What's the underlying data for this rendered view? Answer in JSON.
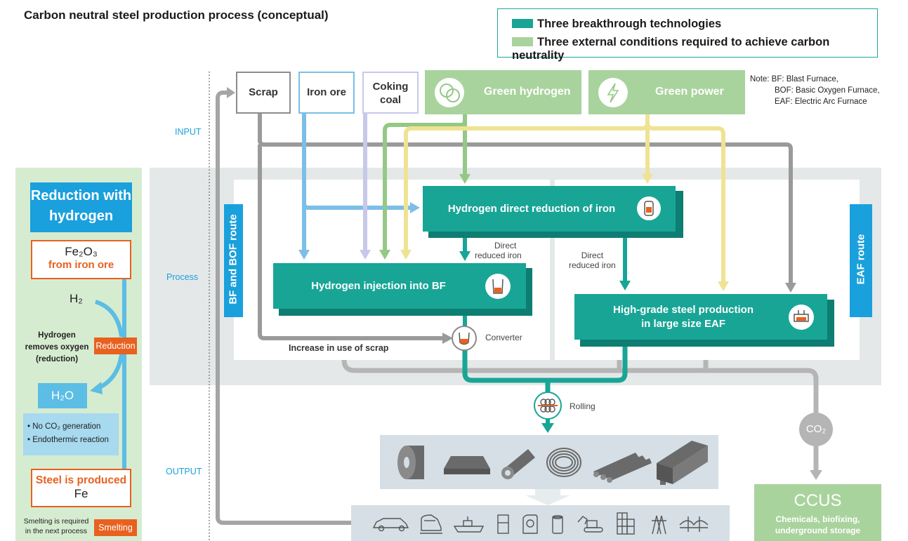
{
  "title": "Carbon neutral steel production process (conceptual)",
  "legend": {
    "teal_label": "Three breakthrough technologies",
    "green_label": "Three external conditions required to achieve carbon neutrality",
    "teal_color": "#18a596",
    "green_color": "#a9d39d"
  },
  "note": {
    "line1": "Note:  BF: Blast Furnace,",
    "line2": "BOF: Basic Oxygen Furnace,",
    "line3": "EAF: Electric Arc Furnace"
  },
  "side_labels": {
    "input": "INPUT",
    "process": "Process",
    "output": "OUTPUT"
  },
  "inputs": {
    "scrap": "Scrap",
    "iron_ore": "Iron ore",
    "coking_coal_1": "Coking",
    "coking_coal_2": "coal",
    "green_hydrogen": "Green hydrogen",
    "green_power": "Green power"
  },
  "routes": {
    "bf_bof": "BF and BOF route",
    "eaf": "EAF route"
  },
  "process": {
    "h2_direct": "Hydrogen direct reduction of iron",
    "h2_injection": "Hydrogen injection into BF",
    "eaf_line1": "High-grade steel production",
    "eaf_line2": "in large size EAF",
    "dri_a_1": "Direct",
    "dri_a_2": "reduced iron",
    "dri_b_1": "Direct",
    "dri_b_2": "reduced iron",
    "converter": "Converter",
    "scrap_increase": "Increase in use of scrap",
    "rolling": "Rolling",
    "co2": "CO₂"
  },
  "ccus": {
    "title": "CCUS",
    "line1": "Chemicals, biofixing,",
    "line2": "underground storage"
  },
  "left_panel": {
    "title_1": "Reduction with",
    "title_2": "hydrogen",
    "fe2o3": "Fe₂O₃",
    "from_ore": "from iron ore",
    "h2": "H₂",
    "removes_1": "Hydrogen",
    "removes_2": "removes oxygen",
    "removes_3": "(reduction)",
    "reduction_tag": "Reduction",
    "h2o": "H₂O",
    "bullet1": "• No CO₂ generation",
    "bullet2": "• Endothermic reaction",
    "steel_1": "Steel is produced",
    "steel_2": "Fe",
    "smelt_1": "Smelting is required",
    "smelt_2": "in the next process",
    "smelting_tag": "Smelting"
  },
  "output_products": [
    "coil-icon",
    "slab-icon",
    "pipe-icon",
    "wire-coil-icon",
    "bars-icon",
    "h-beam-icon"
  ],
  "end_uses": [
    "car-icon",
    "train-icon",
    "ship-icon",
    "refrigerator-icon",
    "washing-machine-icon",
    "can-icon",
    "excavator-icon",
    "building-icon",
    "power-tower-icon",
    "bridge-icon"
  ]
}
